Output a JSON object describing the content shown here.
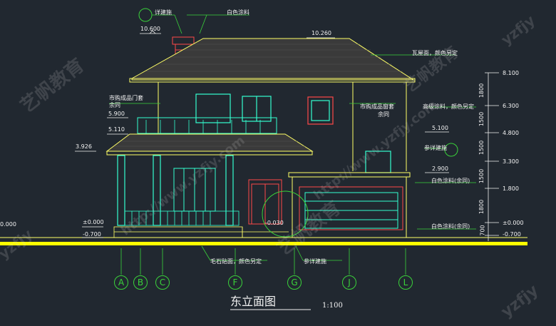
{
  "drawing": {
    "title": "东立面图",
    "scale": "1:100"
  },
  "annotations": {
    "detail_top": "详建施",
    "white_paint_top": "白色涂料",
    "roof_tile": "瓦屋面，颜色另定",
    "door_frame_1": "市购成品门套",
    "door_frame_2": "余同",
    "window_frame_1": "市购成品窗套",
    "window_frame_2": "余同",
    "high_paint": "高级涂料，颜色另定",
    "see_detail": "参详建施",
    "white_paint_same_1": "白色涂料(余同)",
    "white_paint_same_2": "白色涂料(余同)",
    "stone_face": "毛石贴面，颜色另定",
    "see_detail_bottom": "参详建施"
  },
  "elevations": {
    "e10_600": "10.600",
    "e10_260": "10.260",
    "e5_900": "5.900",
    "e5_110": "5.110",
    "e3_926": "3.926",
    "e0_000": "±0.000",
    "e_0_700": "-0.700",
    "e8_100": "8.100",
    "e6_300": "6.300",
    "e4_800": "4.800",
    "e5_100": "5.100",
    "e3_300": "3.300",
    "e2_900": "2.900",
    "e1_800": "1.800",
    "e0_000r": "±0.000",
    "e_0_700r": "-0.700",
    "e_0_030": "-0.030",
    "e_0_000l": "0.000"
  },
  "dims": {
    "d1": "1800",
    "d2": "1500",
    "d3": "1500",
    "d4": "1500",
    "d5": "1800",
    "d6": "700"
  },
  "axes": [
    "A",
    "B",
    "C",
    "F",
    "G",
    "J",
    "L"
  ],
  "watermark": {
    "text1": "艺帆教育",
    "text2": "http://www.yzfjy.com",
    "text3": "yzfjy"
  },
  "colors": {
    "background": "#212830",
    "outline": "#ffff66",
    "accent": "#33ffd0",
    "detail": "#ff4848",
    "grid": "#3ad23a",
    "ground": "#ffff00"
  }
}
